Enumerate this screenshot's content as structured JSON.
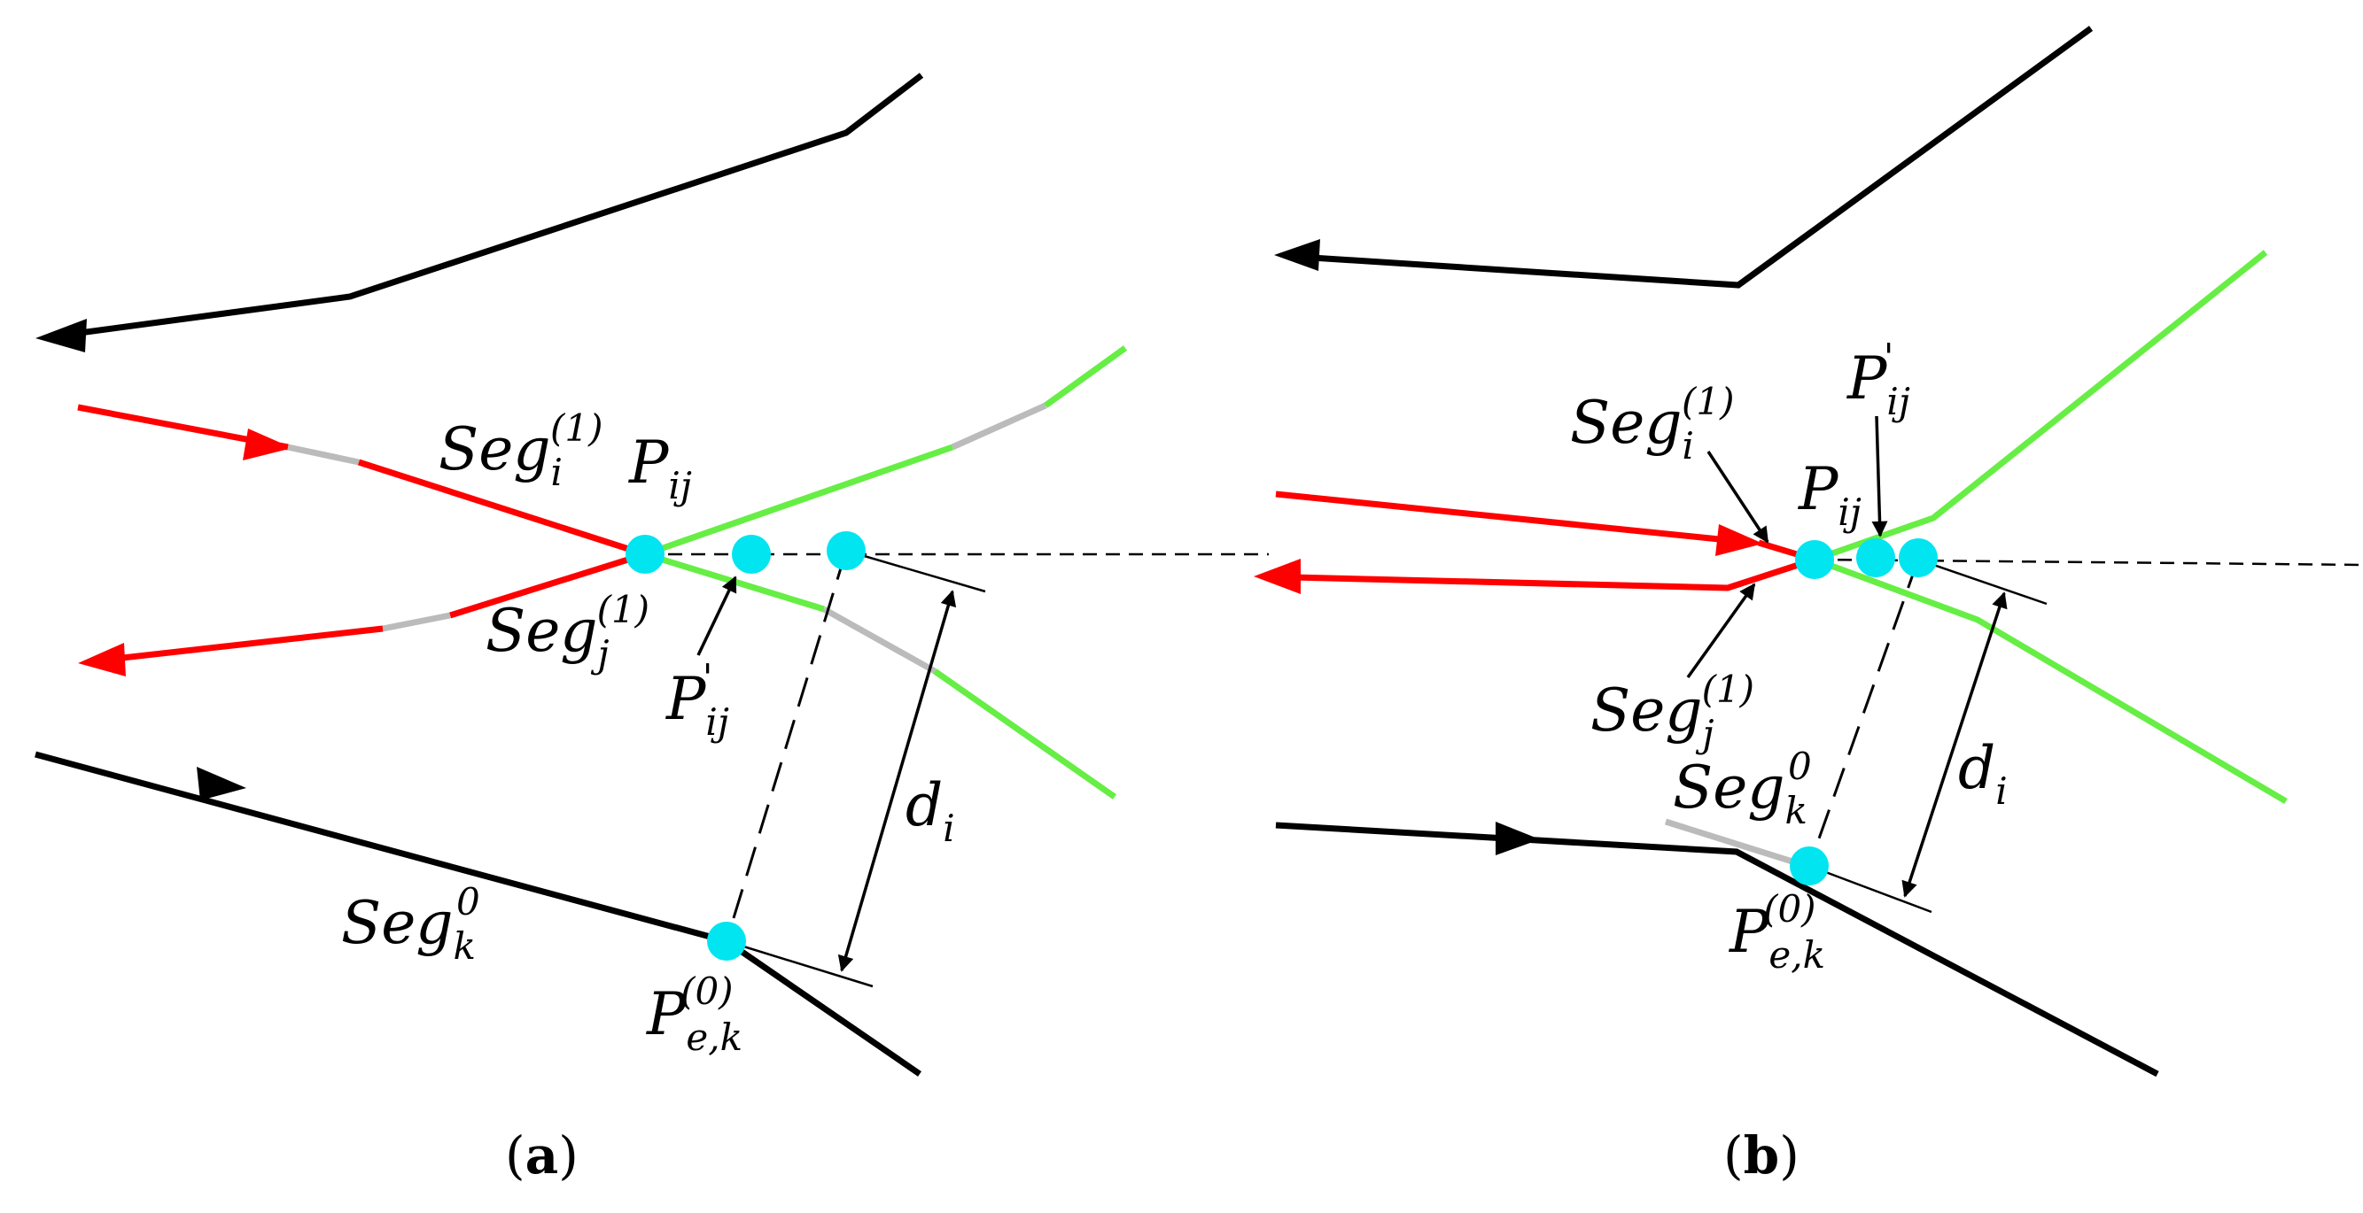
{
  "colors": {
    "black_line": "#000000",
    "red_trajectory": "#ff0000",
    "green_trajectory": "#66ee44",
    "gray_segment": "#bbbbbb",
    "point": "#00e5f0"
  },
  "panel_a": {
    "caption": {
      "open": "(",
      "letter": "a",
      "close": ")"
    },
    "seg_i": {
      "base": "Seg",
      "sub": "i",
      "sup": "(1)"
    },
    "seg_j": {
      "base": "Seg",
      "sub": "j",
      "sup": "(1)"
    },
    "seg_k": {
      "base": "Seg",
      "sub": "k",
      "sup": "0"
    },
    "p_ij": {
      "base": "P",
      "sub": "ij"
    },
    "p_ij_prime": {
      "base": "P",
      "sub": "ij",
      "sup": "'"
    },
    "p_ek": {
      "base": "P",
      "sub": "e,k",
      "sup": "(0)"
    },
    "d_i": {
      "base": "d",
      "sub": "i"
    }
  },
  "panel_b": {
    "caption": {
      "open": "(",
      "letter": "b",
      "close": ")"
    },
    "seg_i": {
      "base": "Seg",
      "sub": "i",
      "sup": "(1)"
    },
    "seg_j": {
      "base": "Seg",
      "sub": "j",
      "sup": "(1)"
    },
    "seg_k": {
      "base": "Seg",
      "sub": "k",
      "sup": "0"
    },
    "p_ij": {
      "base": "P",
      "sub": "ij"
    },
    "p_ij_prime": {
      "base": "P",
      "sub": "ij",
      "sup": "'"
    },
    "p_ek": {
      "base": "P",
      "sub": "e,k",
      "sup": "(0)"
    },
    "d_i": {
      "base": "d",
      "sub": "i"
    }
  }
}
